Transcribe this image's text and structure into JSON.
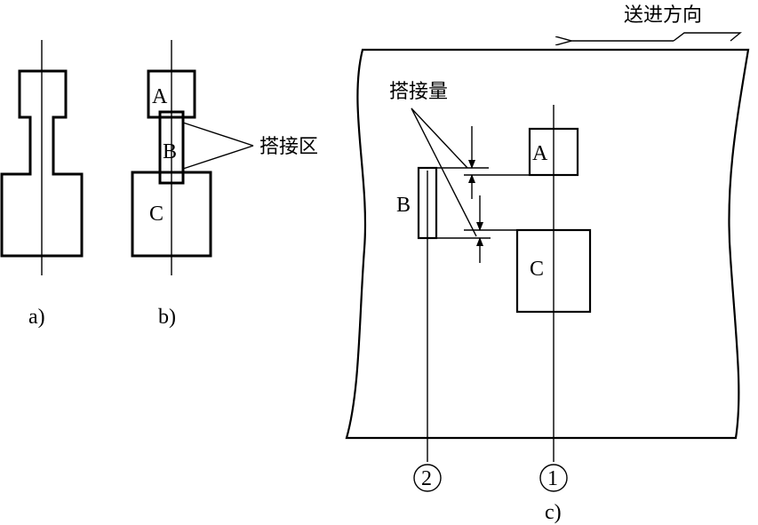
{
  "panel_a": {
    "caption": "a)"
  },
  "panel_b": {
    "caption": "b)",
    "label_a": "A",
    "label_b": "B",
    "label_c": "C",
    "overlap_zone_label": "搭接区"
  },
  "panel_c": {
    "caption": "c)",
    "feed_direction_label": "送进方向",
    "overlap_amount_label": "搭接量",
    "label_a": "A",
    "label_b": "B",
    "label_c": "C",
    "station_1": "1",
    "station_2": "2"
  }
}
